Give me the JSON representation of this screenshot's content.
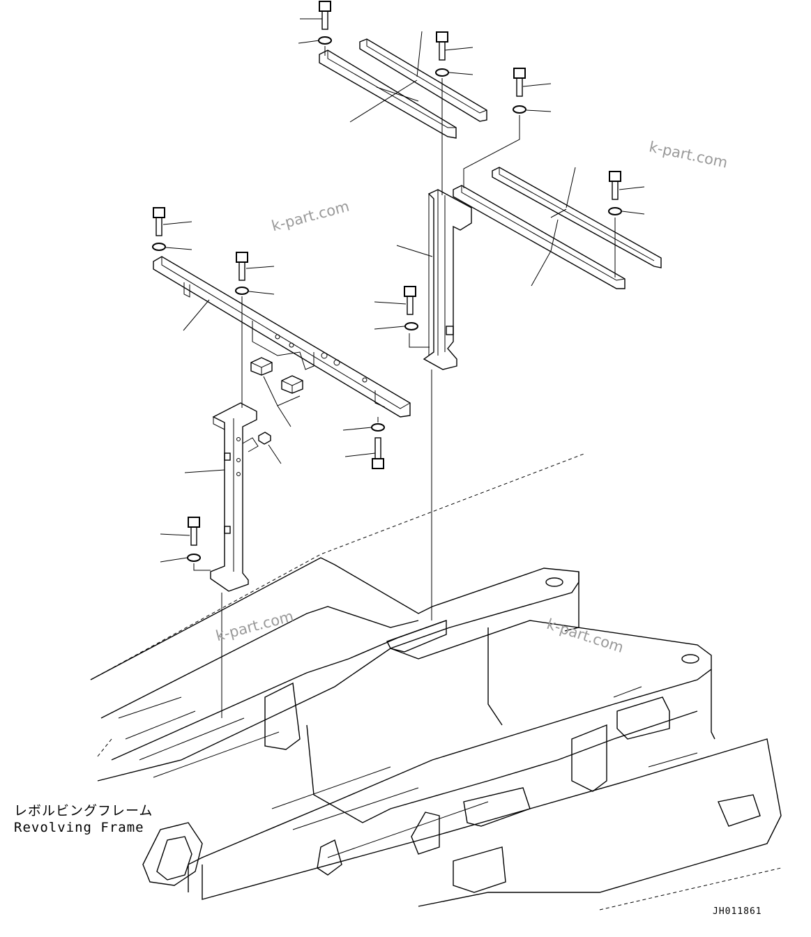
{
  "labels": {
    "frame_jp": "レボルビングフレーム",
    "frame_en": "Revolving Frame"
  },
  "watermark": "k-part.com",
  "drawing_code": "JH011861"
}
